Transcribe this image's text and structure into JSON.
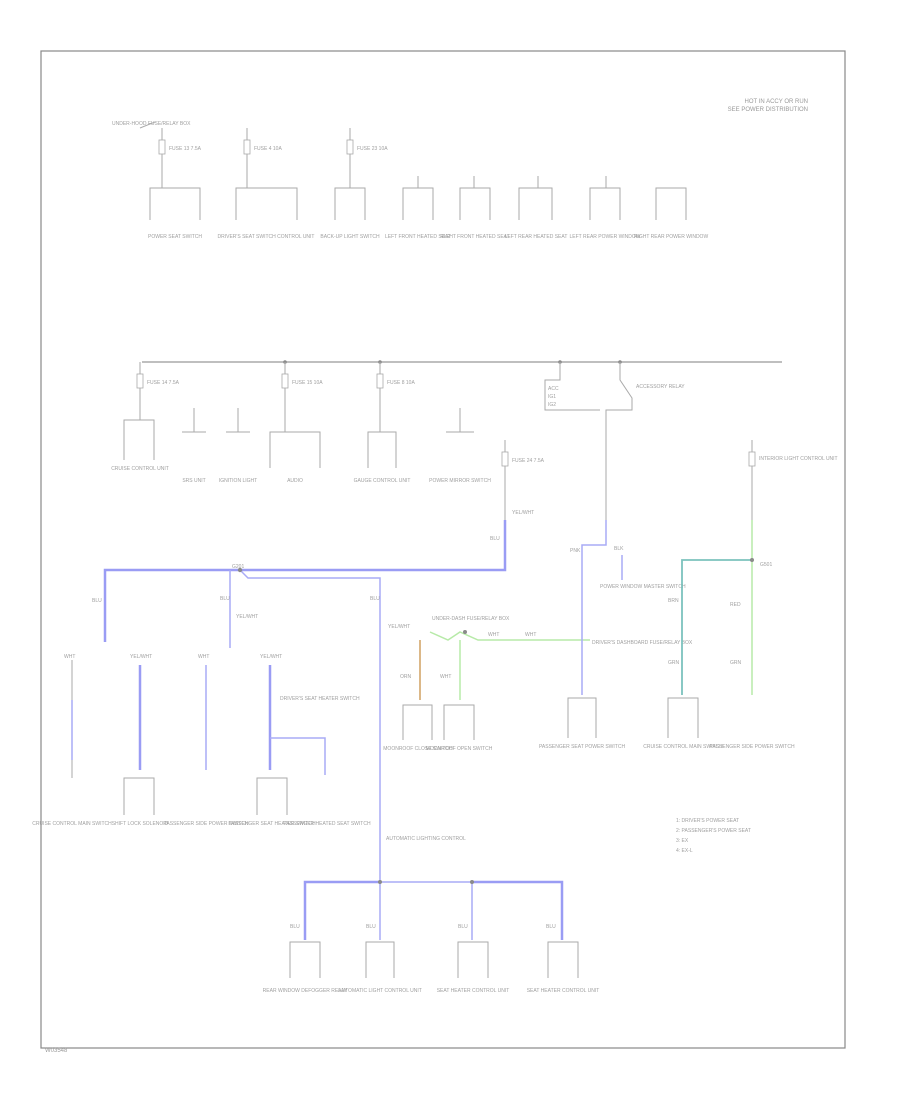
{
  "header": {
    "title_line1": "HOT IN ACCY OR RUN",
    "title_line2": "SEE POWER DISTRIBUTION"
  },
  "footer": {
    "figure_id": "W03548"
  },
  "top_row": {
    "source_label": "UNDER-HOOD FUSE/RELAY BOX",
    "fuses": [
      "FUSE 13 7.5A",
      "FUSE 4 10A",
      "FUSE 23 10A"
    ],
    "components": [
      "POWER SEAT SWITCH",
      "DRIVER'S SEAT SWITCH CONTROL UNIT",
      "BACK-UP LIGHT SWITCH",
      "LEFT FRONT HEATED SEAT",
      "RIGHT FRONT HEATED SEAT",
      "LEFT REAR HEATED SEAT",
      "LEFT REAR POWER WINDOW",
      "RIGHT REAR POWER WINDOW"
    ]
  },
  "middle_row": {
    "fuses": [
      "FUSE 14 7.5A",
      "FUSE 15 10A",
      "FUSE 8 10A",
      "FUSE 24 7.5A"
    ],
    "relay": "ACCESSORY RELAY",
    "relay_terms": [
      "ACC",
      "IG1",
      "IG2"
    ],
    "components": [
      "CRUISE CONTROL UNIT",
      "SRS UNIT",
      "IGNITION LIGHT",
      "AUDIO",
      "GAUGE CONTROL UNIT",
      "POWER MIRROR SWITCH",
      "INTERIOR LIGHT CONTROL UNIT"
    ]
  },
  "wires": {
    "blu": "BLU",
    "wht": "WHT",
    "yel_wht": "YEL/WHT",
    "grn": "GRN",
    "blk": "BLK",
    "orn": "ORN",
    "red": "RED",
    "brn": "BRN",
    "pnk": "PNK",
    "g_left": "G201",
    "g_right": "G501"
  },
  "junction": {
    "label_left": "DRIVER'S DASHBOARD FUSE/RELAY BOX",
    "label_center": "UNDER-DASH FUSE/RELAY BOX"
  },
  "lower_row": {
    "components": [
      "CRUISE CONTROL MAIN SWITCH",
      "SHIFT LOCK SOLENOID",
      "PASSENGER SIDE POWER SWITCH",
      "PASSENGER SEAT HEATER SWITCH",
      "PASSENGER HEATED SEAT SWITCH",
      "DRIVER'S SEAT HEATER SWITCH",
      "MOONROOF CLOSE SWITCH",
      "MOONROOF OPEN SWITCH",
      "PASSENGER SEAT POWER SWITCH"
    ],
    "power_window": "POWER WINDOW MASTER SWITCH",
    "notes": [
      "1: DRIVER'S POWER SEAT",
      "2: PASSENGER'S POWER SEAT",
      "3: EX",
      "4: EX-L"
    ]
  },
  "bottom_row": {
    "components": [
      "REAR WINDOW DEFOGGER RELAY",
      "AUTOMATIC LIGHT CONTROL UNIT",
      "SEAT HEATER CONTROL UNIT",
      "SEAT HEATER CONTROL UNIT"
    ],
    "mid_label": "AUTOMATIC LIGHTING CONTROL"
  },
  "colors": {
    "blue_wire": "#9a9cf4",
    "green_wire": "#b7eaa8",
    "orange_wire": "#d9b07a",
    "teal_wire": "#7cc2bd"
  }
}
